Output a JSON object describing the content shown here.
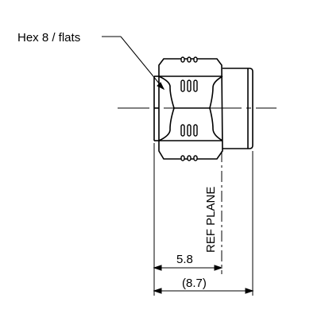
{
  "drawing": {
    "callout_label": "Hex 8 / flats",
    "ref_plane_label": "REF PLANE",
    "dim_inner": "5.8",
    "dim_outer": "(8.7)",
    "line_color": "#000000",
    "background": "#ffffff"
  }
}
